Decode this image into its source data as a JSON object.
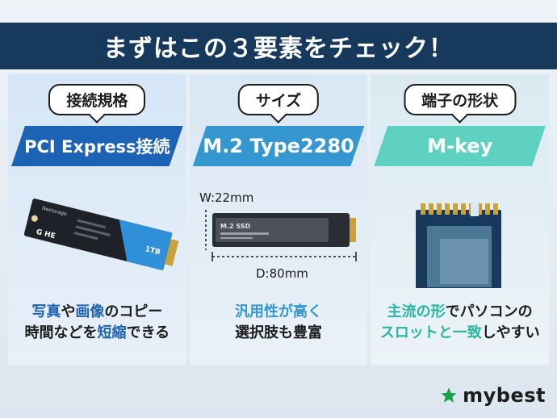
{
  "header": {
    "title": "まずはこの３要素をチェック！"
  },
  "columns": [
    {
      "bubble": "接続規格",
      "spec": "PCI Express接続",
      "caption": {
        "line1_hl": "写真",
        "line1_mid": "や",
        "line1_hl2": "画像",
        "line1_end": "のコピー",
        "line2_start": "時間などを",
        "line2_hl": "短縮",
        "line2_end": "できる"
      },
      "ssd_label": "Nextorage",
      "ssd_capacity": "1TB",
      "ssd_brand": "G HE"
    },
    {
      "bubble": "サイズ",
      "spec": "M.2 Type2280",
      "caption": {
        "line1_hl": "汎用性が高く",
        "line2": "選択肢も豊富"
      },
      "width_label": "W:22mm",
      "depth_label": "D:80mm",
      "chip_label": "M.2 SSD"
    },
    {
      "bubble": "端子の形状",
      "spec": "M-key",
      "caption": {
        "line1_hl": "主流の形",
        "line1_end": "でパソコンの",
        "line2_hl": "スロットと一致",
        "line2_end": "しやすい"
      }
    }
  ],
  "footer": {
    "logo": "mybest"
  },
  "colors": {
    "navy": "#173a5c",
    "blue": "#1d63b5",
    "sky": "#3597cf",
    "teal": "#5fd1c0",
    "logo_green": "#1aa24a"
  }
}
